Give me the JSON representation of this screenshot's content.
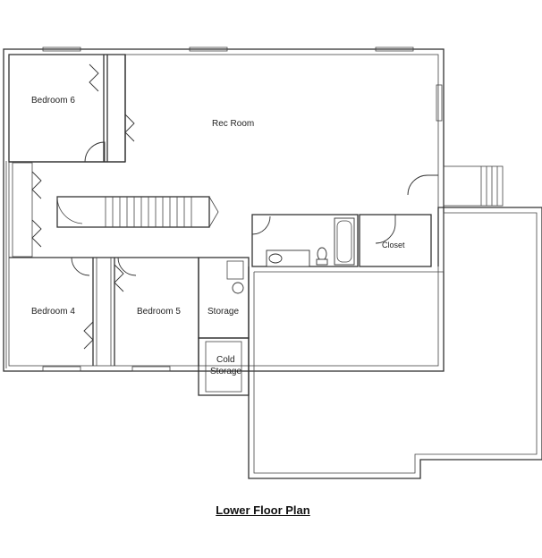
{
  "plan": {
    "title": "Lower Floor Plan",
    "rooms": {
      "bedroom6": "Bedroom 6",
      "rec_room": "Rec Room",
      "closet": "Closet",
      "bedroom4": "Bedroom 4",
      "bedroom5": "Bedroom 5",
      "storage": "Storage",
      "cold_storage_line1": "Cold",
      "cold_storage_line2": "Storage"
    }
  }
}
